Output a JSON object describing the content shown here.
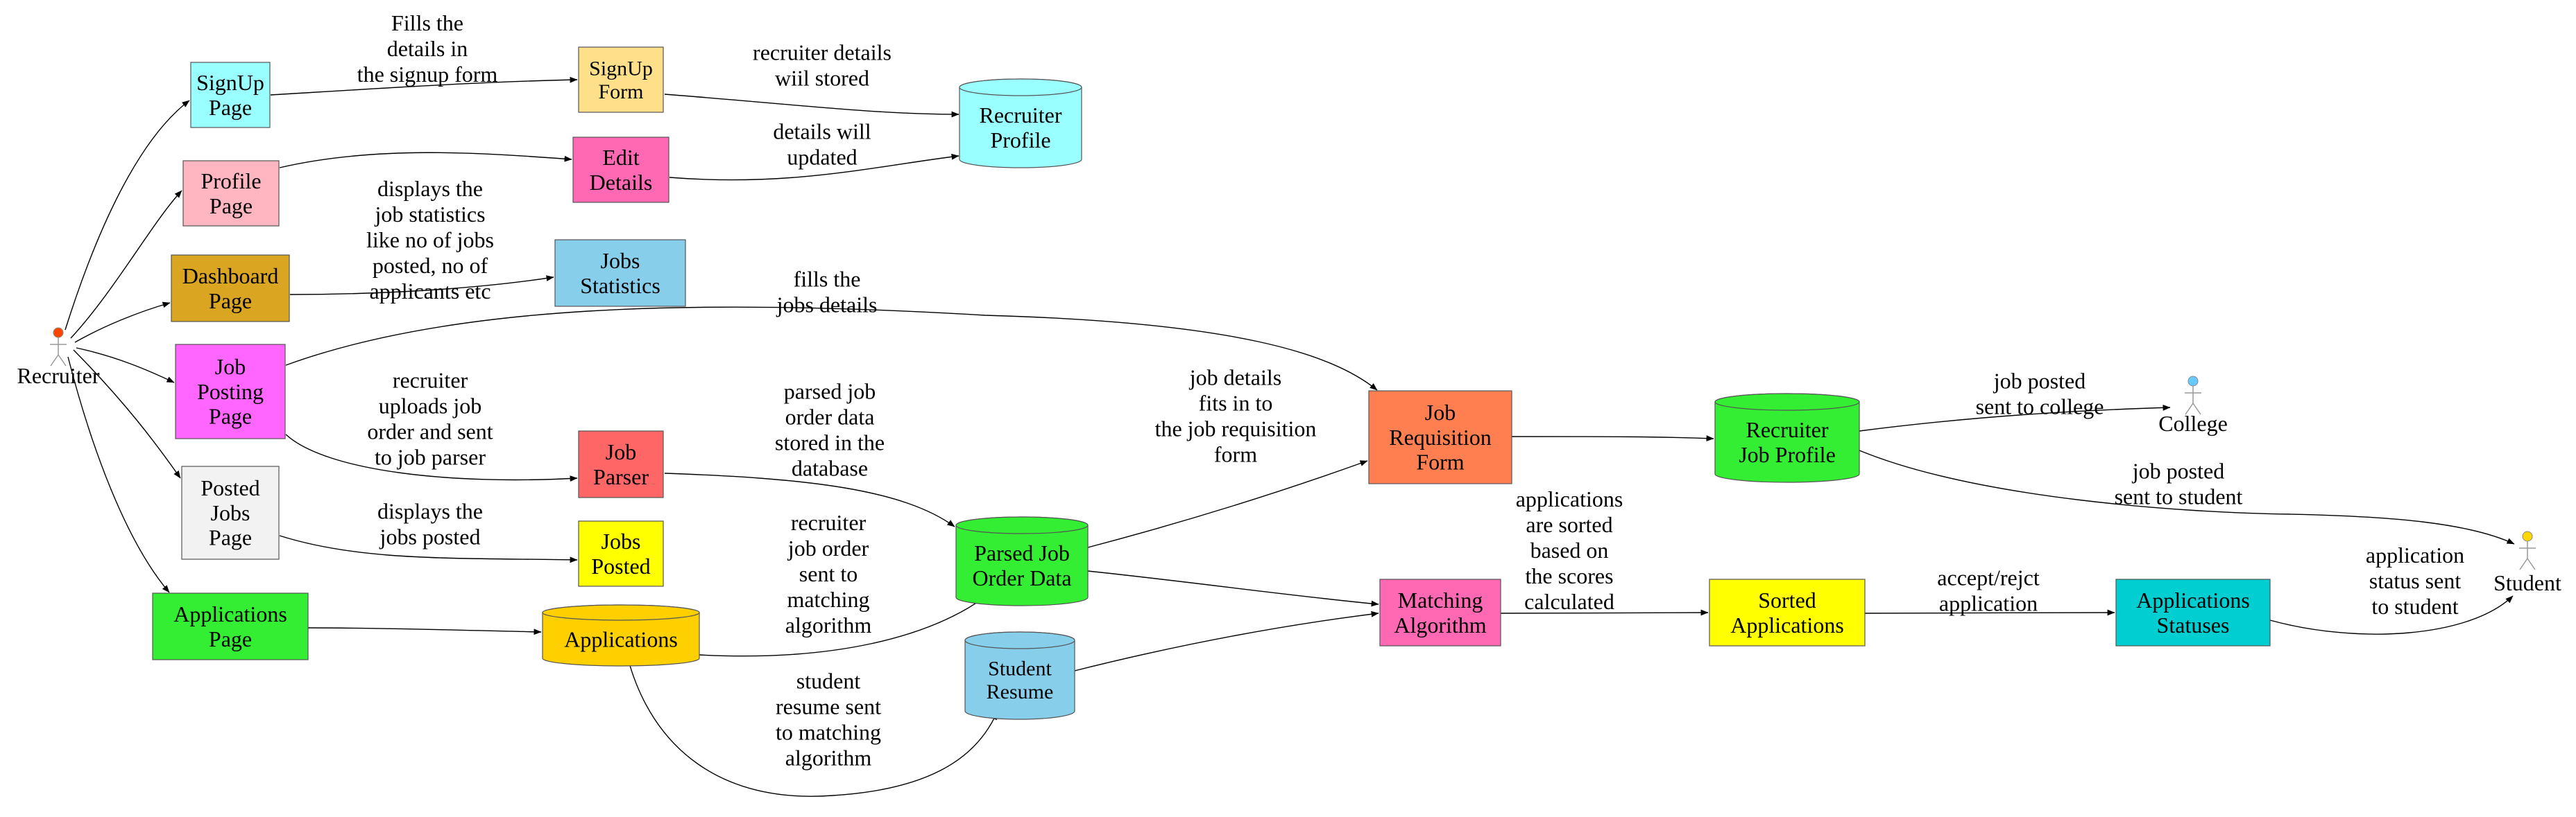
{
  "actors": {
    "recruiter": {
      "label": "Recruiter",
      "color": "#ff4500"
    },
    "college": {
      "label": "College",
      "color": "#66ccff"
    },
    "student": {
      "label": "Student",
      "color": "#ffd700"
    }
  },
  "nodes": {
    "signup_page": {
      "label": [
        "SignUp",
        "Page"
      ],
      "color": "#99ffff"
    },
    "profile_page": {
      "label": [
        "Profile",
        "Page"
      ],
      "color": "#ffb6c1"
    },
    "dashboard_page": {
      "label": [
        "Dashboard",
        "Page"
      ],
      "color": "#daa520"
    },
    "job_posting_page": {
      "label": [
        "Job",
        "Posting",
        "Page"
      ],
      "color": "#ff66ff"
    },
    "posted_jobs_page": {
      "label": [
        "Posted",
        "Jobs",
        "Page"
      ],
      "color": "#f2f2f2"
    },
    "applications_page": {
      "label": [
        "Applications",
        "Page"
      ],
      "color": "#33ee33"
    },
    "signup_form": {
      "label": [
        "SignUp",
        "Form"
      ],
      "color": "#ffe08a"
    },
    "edit_details": {
      "label": [
        "Edit",
        "Details"
      ],
      "color": "#ff69b4"
    },
    "jobs_statistics": {
      "label": [
        "Jobs",
        "Statistics"
      ],
      "color": "#87ceeb"
    },
    "job_parser": {
      "label": [
        "Job",
        "Parser"
      ],
      "color": "#ff6666"
    },
    "jobs_posted": {
      "label": [
        "Jobs",
        "Posted"
      ],
      "color": "#ffff00"
    },
    "recruiter_profile": {
      "label": [
        "Recruiter",
        "Profile"
      ],
      "color": "#99ffff"
    },
    "applications_db": {
      "label": [
        "Applications"
      ],
      "color": "#ffd000"
    },
    "parsed_job_order_data": {
      "label": [
        "Parsed Job",
        "Order Data"
      ],
      "color": "#33ee33"
    },
    "student_resume": {
      "label": [
        "Student",
        "Resume"
      ],
      "color": "#87ceeb"
    },
    "job_requisition_form": {
      "label": [
        "Job",
        "Requisition",
        "Form"
      ],
      "color": "#ff7f50"
    },
    "matching_algorithm": {
      "label": [
        "Matching",
        "Algorithm"
      ],
      "color": "#ff69b4"
    },
    "recruiter_job_profile": {
      "label": [
        "Recruiter",
        "Job Profile"
      ],
      "color": "#33ee33"
    },
    "sorted_applications": {
      "label": [
        "Sorted",
        "Applications"
      ],
      "color": "#ffff00"
    },
    "applications_statuses": {
      "label": [
        "Applications",
        "Statuses"
      ],
      "color": "#00ced1"
    }
  },
  "edge_labels": {
    "fills_signup": [
      "Fills the",
      "details in",
      "the signup form"
    ],
    "recruiter_details_stored": [
      "recruiter details",
      "wiil stored"
    ],
    "details_updated": [
      "details will",
      "updated"
    ],
    "displays_stats": [
      "displays the",
      "job statistics",
      "like no of jobs",
      "posted, no of",
      "applicants etc"
    ],
    "fills_jobs_details": [
      "fills the",
      "jobs details"
    ],
    "uploads_job_order": [
      "recruiter",
      "uploads job",
      "order and sent",
      "to job parser"
    ],
    "displays_jobs_posted": [
      "displays the",
      "jobs posted"
    ],
    "parsed_stored": [
      "parsed job",
      "order data",
      "stored in the",
      "database"
    ],
    "job_order_to_matching": [
      "recruiter",
      "job order",
      "sent to",
      "matching",
      "algorithm"
    ],
    "resume_to_matching": [
      "student",
      "resume sent",
      "to matching",
      "algorithm"
    ],
    "fits_requisition": [
      "job details",
      "fits in to",
      "the job requisition",
      "form"
    ],
    "sent_to_college": [
      "job posted",
      "sent to college"
    ],
    "sent_to_student": [
      "job posted",
      "sent to student"
    ],
    "sorted_by_scores": [
      "applications",
      "are sorted",
      "based on",
      "the scores",
      "calculated"
    ],
    "accept_reject": [
      "accept/rejct",
      "application"
    ],
    "status_to_student": [
      "application",
      "status sent",
      "to student"
    ]
  }
}
